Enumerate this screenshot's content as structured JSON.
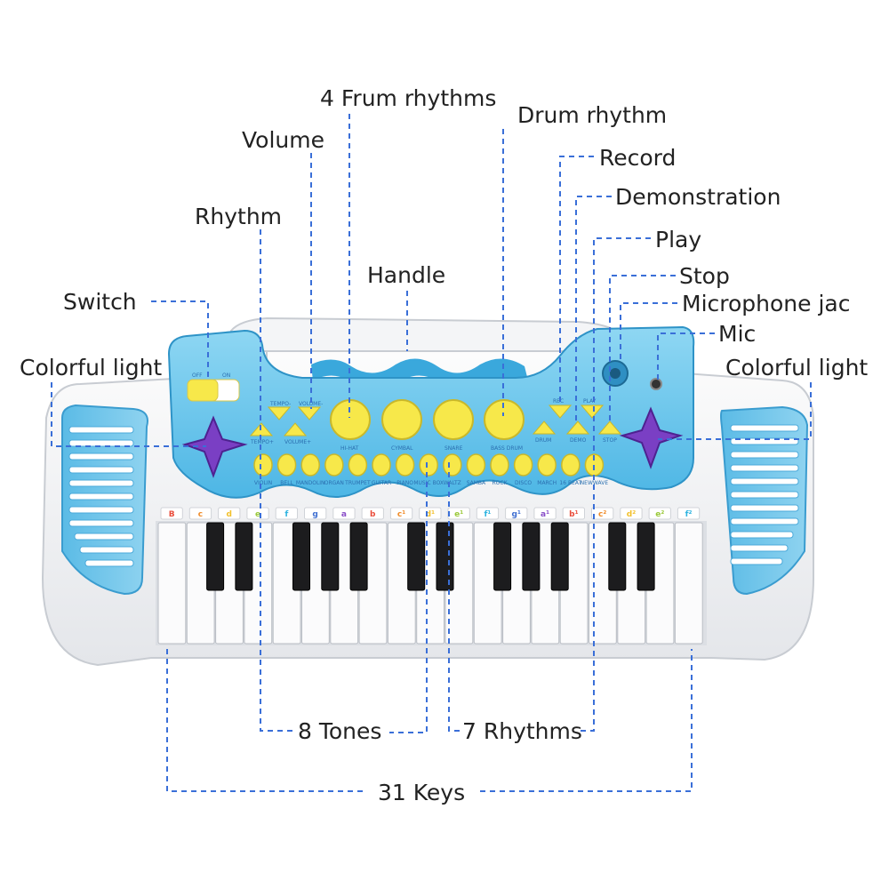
{
  "callouts": {
    "frum_rhythms": "4 Frum rhythms",
    "drum_rhythm": "Drum rhythm",
    "volume": "Volume",
    "record": "Record",
    "demonstration": "Demonstration",
    "rhythm": "Rhythm",
    "play": "Play",
    "handle": "Handle",
    "stop": "Stop",
    "switch": "Switch",
    "microphone_jack": "Microphone jac",
    "mic": "Mic",
    "colorful_light_left": "Colorful light",
    "colorful_light_right": "Colorful light",
    "eight_tones": "8 Tones",
    "seven_rhythms": "7 Rhythms",
    "thirty_one_keys": "31 Keys"
  },
  "panel": {
    "switch_off": "OFF",
    "switch_on": "ON",
    "tempo_down": "TEMPO-",
    "tempo_up": "TEMPO+",
    "volume_down": "VOLUME-",
    "volume_up": "VOLUME+",
    "rec": "REC",
    "play": "PLAY",
    "drum": "DRUM",
    "demo": "DEMO",
    "stop": "STOP",
    "drum_pads": [
      "HI-HAT",
      "CYMBAL",
      "SNARE",
      "BASS DRUM"
    ],
    "tone_buttons": [
      "VIOLIN",
      "BELL",
      "MANDOLIN",
      "ORGAN",
      "TRUMPET",
      "GUITAR",
      "PIANO",
      "MUSIC BOX",
      "WALTZ",
      "SAMBA",
      "ROCK",
      "DISCO",
      "MARCH",
      "16 BEAT",
      "NEWWAVE"
    ]
  },
  "note_labels": [
    "B",
    "c",
    "d",
    "e",
    "f",
    "g",
    "a",
    "b",
    "c¹",
    "d¹",
    "e¹",
    "f¹",
    "g¹",
    "a¹",
    "b¹",
    "c²",
    "d²",
    "e²",
    "f²"
  ],
  "note_colors": [
    "#e94d3b",
    "#f08c2a",
    "#f2c12e",
    "#9bc93b",
    "#2fb4e0",
    "#3f6fd1",
    "#8a4fc8"
  ],
  "colors": {
    "panel_blue": "#6fc8ec",
    "pad_yellow": "#f7e84a",
    "leader_line": "#3a6fd8",
    "star_purple": "#7a3fc4"
  },
  "counts": {
    "tones": 8,
    "rhythms": 7,
    "keys": 31
  }
}
